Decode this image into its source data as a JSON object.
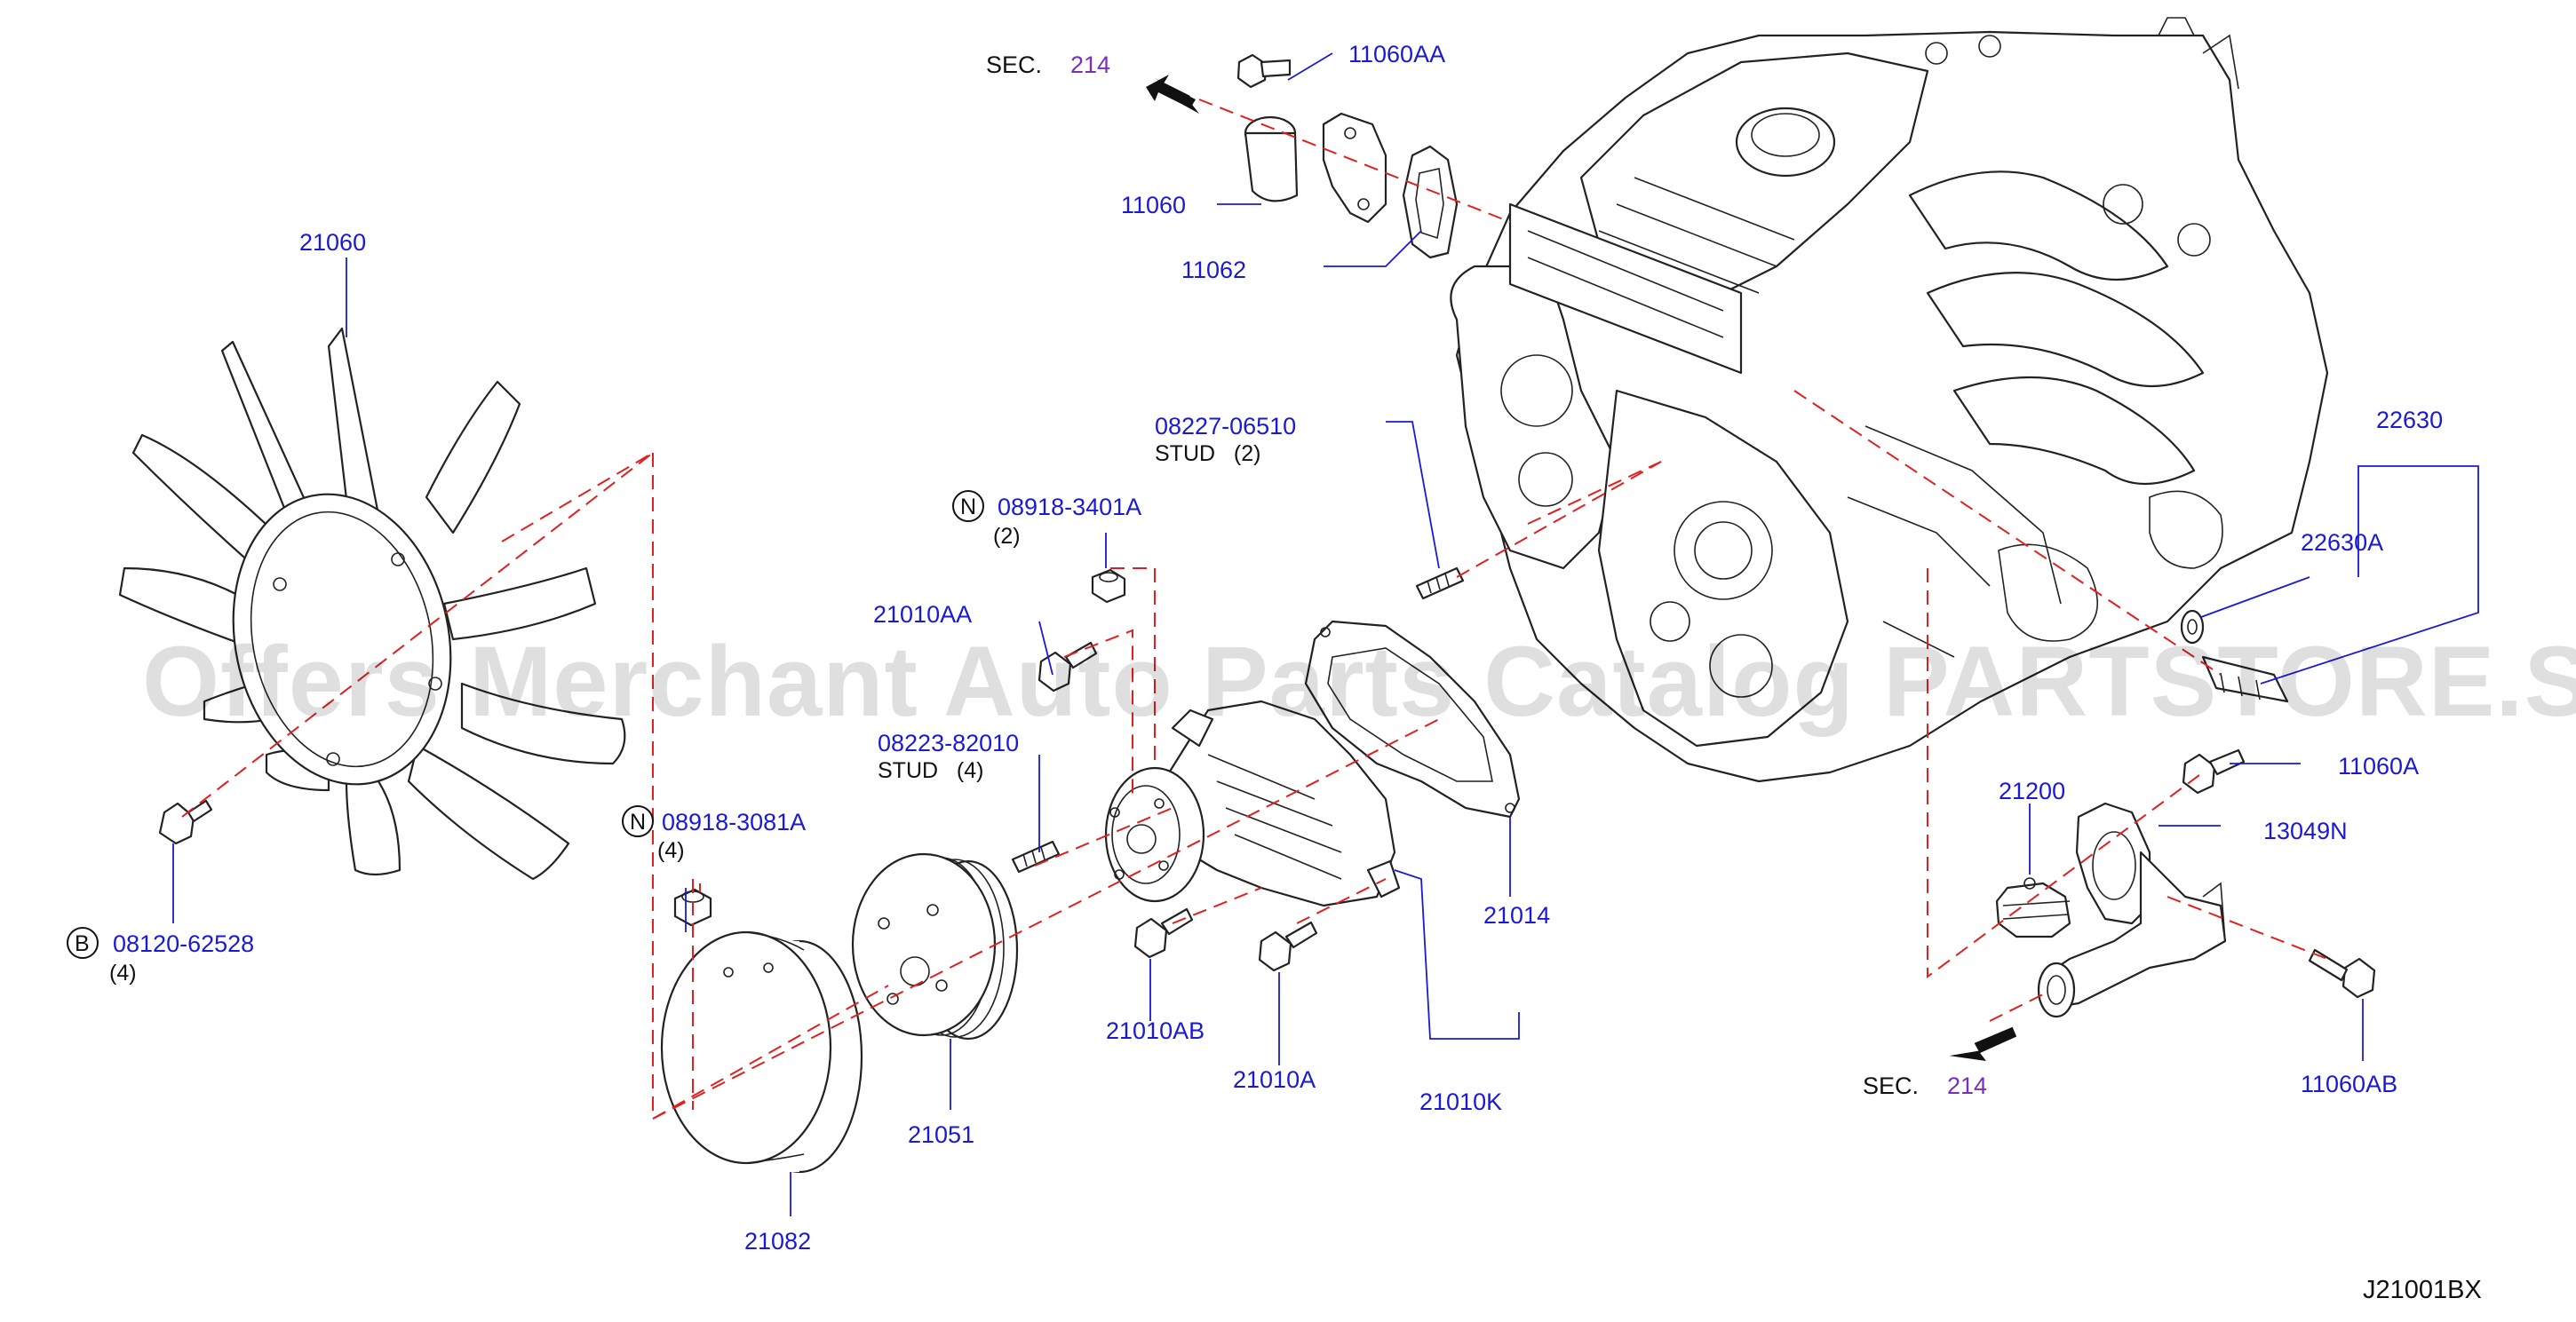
{
  "watermark": "Offers Merchant Auto Parts Catalog PARTSTORE.SA",
  "diagram_code": "J21001BX",
  "colors": {
    "label": "#1a1ad6",
    "leader": "#1a1ad6",
    "centerline": "#e02020",
    "section_ref": "#7a2fb8",
    "ink": "#222222"
  },
  "sections": [
    {
      "prefix": "SEC.",
      "number": "214"
    },
    {
      "prefix": "SEC.",
      "number": "214"
    }
  ],
  "parts": {
    "p21060": "21060",
    "p08120": "08120-62528",
    "p08120_qty": "(4)",
    "p08120_badge": "B",
    "p08918_3081": "08918-3081A",
    "p08918_3081_qty": "(4)",
    "p08918_3081_badge": "N",
    "p21082": "21082",
    "p21051": "21051",
    "p08918_3401": "08918-3401A",
    "p08918_3401_qty": "(2)",
    "p08918_3401_badge": "N",
    "p21010AA": "21010AA",
    "p08223": "08223-82010",
    "p08223_note": "STUD   (4)",
    "p08227": "08227-06510",
    "p08227_note": "STUD   (2)",
    "p21010AB": "21010AB",
    "p21010A": "21010A",
    "p21014": "21014",
    "p21010K": "21010K",
    "p11060AA": "11060AA",
    "p11060": "11060",
    "p11062": "11062",
    "p22630": "22630",
    "p22630A": "22630A",
    "p11060A": "11060A",
    "p21200": "21200",
    "p13049N": "13049N",
    "p11060AB": "11060AB"
  }
}
